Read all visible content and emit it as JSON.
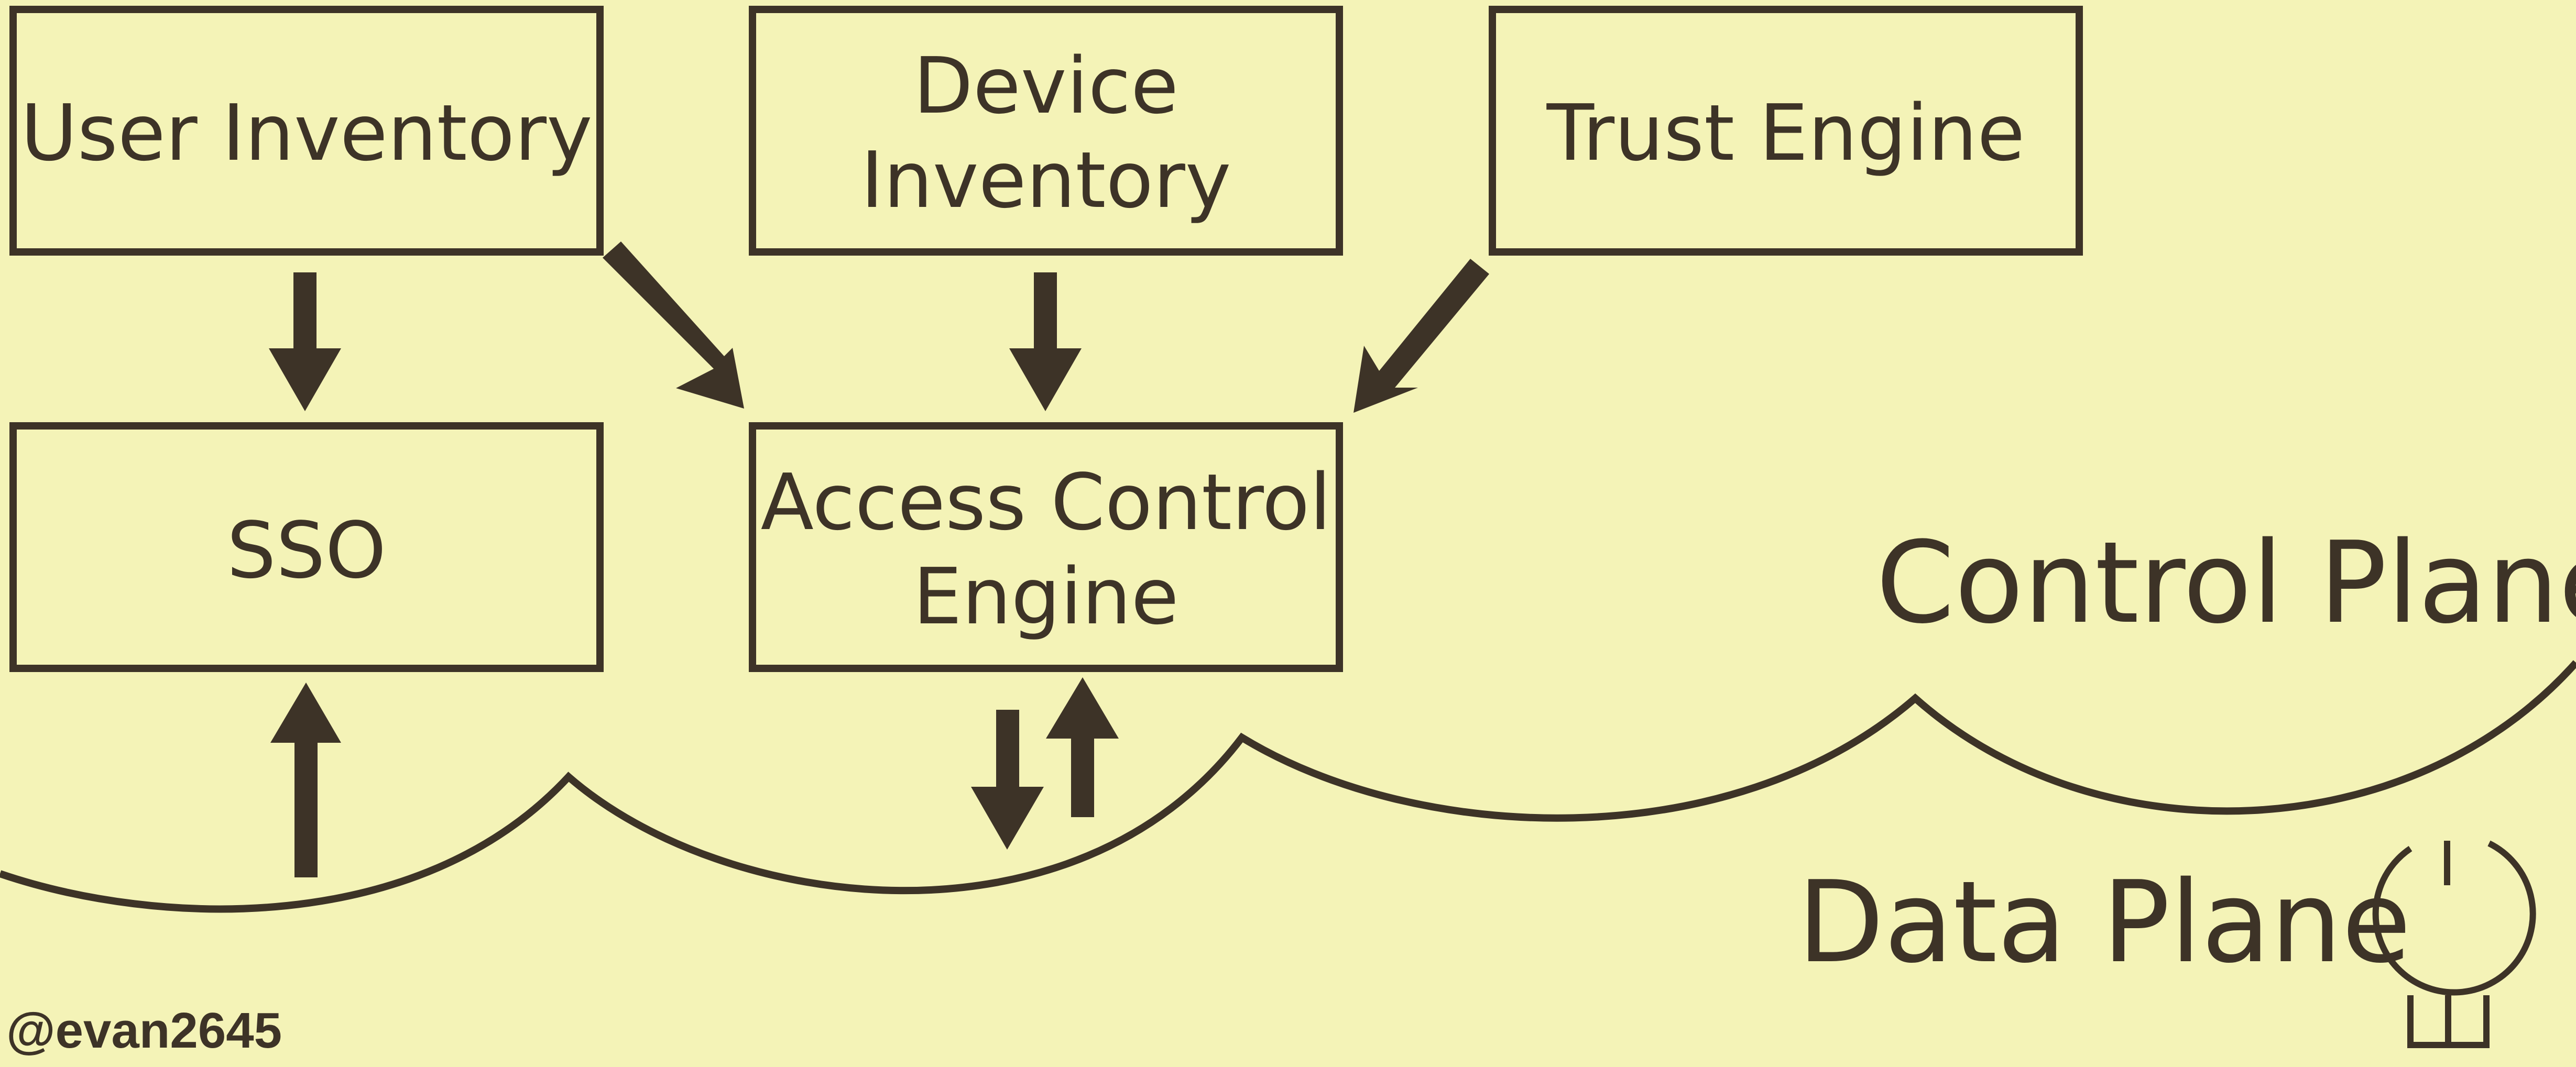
{
  "diagram": {
    "boxes": {
      "user_inventory": {
        "line1": "User Inventory"
      },
      "device_inventory": {
        "line1": "Device",
        "line2": "Inventory"
      },
      "trust_engine": {
        "line1": "Trust Engine"
      },
      "sso": {
        "line1": "SSO"
      },
      "access_control_engine": {
        "line1": "Access Control",
        "line2": "Engine"
      }
    },
    "regions": {
      "control_plane": "Control Plane",
      "data_plane": "Data Plane"
    },
    "footer": {
      "handle": "@evan2645"
    },
    "colors": {
      "background": "#f4f3b7",
      "ink": "#3d3327"
    },
    "icons": [
      "power-plug-icon"
    ]
  }
}
